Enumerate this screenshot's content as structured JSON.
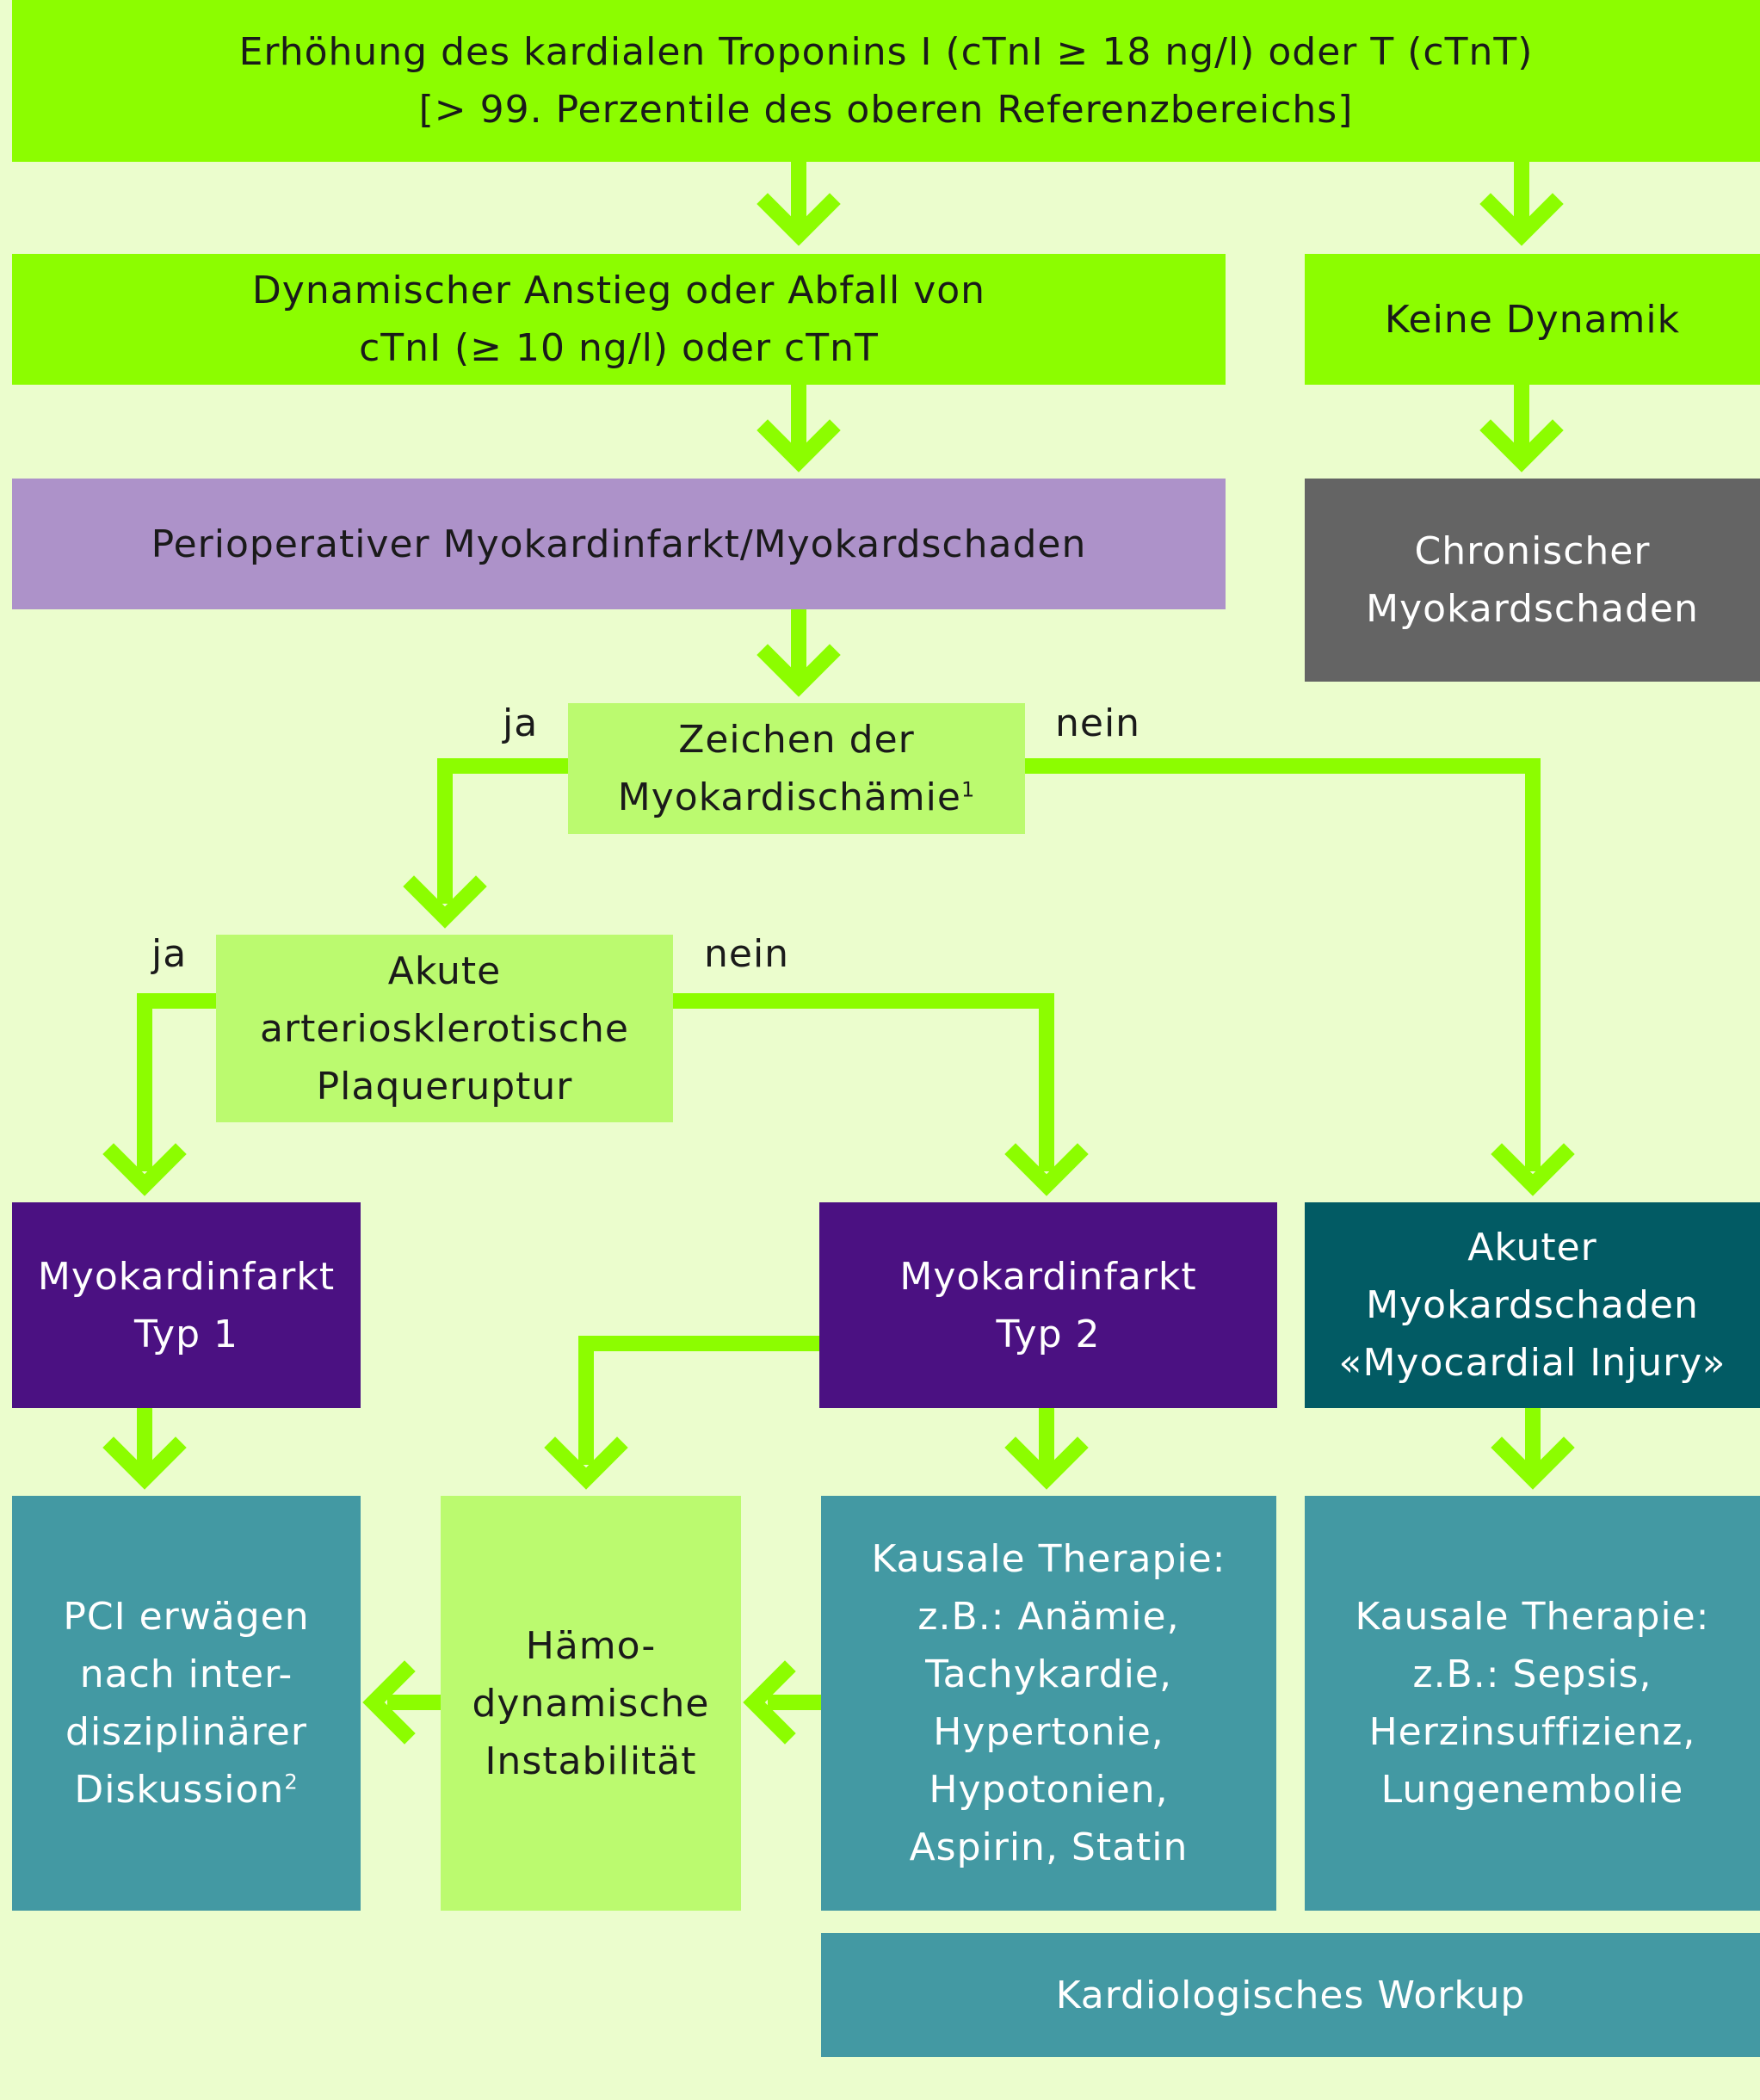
{
  "colors": {
    "background": "#ebfdcd",
    "arrow": "#8cfd00",
    "box_bright_green": "#8cfd00",
    "box_pale_green": "#bbfa6f",
    "box_lavender": "#ad92c9",
    "box_grey": "#646464",
    "box_purple": "#4b1182",
    "box_teal_dark": "#025b64",
    "box_teal": "#4399a3"
  },
  "boxes": {
    "troponin": {
      "line1": "Erhöhung des kardialen Troponins I (cTnI ≥ 18 ng/l) oder T (cTnT)",
      "line2": "[> 99. Perzentile des oberen Referenzbereichs]"
    },
    "dynamic": {
      "line1": "Dynamischer Anstieg oder Abfall von",
      "line2": "cTnI (≥ 10 ng/l) oder cTnT"
    },
    "no_dynamic": {
      "line1": "Keine Dynamik"
    },
    "periop": {
      "line1": "Perioperativer Myokardinfarkt/Myokardschaden"
    },
    "chronic": {
      "line1": "Chronischer",
      "line2": "Myokardschaden"
    },
    "ischemia": {
      "line1": "Zeichen der",
      "line2": "Myokardischämie",
      "footnote": "1"
    },
    "plaque": {
      "line1": "Akute",
      "line2": "arteriosklerotische",
      "line3": "Plaqueruptur"
    },
    "mi_type1": {
      "line1": "Myokardinfarkt",
      "line2": "Typ 1"
    },
    "mi_type2": {
      "line1": "Myokardinfarkt",
      "line2": "Typ 2"
    },
    "acute_injury": {
      "line1": "Akuter",
      "line2": "Myokardschaden",
      "line3": "«Myocardial Injury»"
    },
    "pci": {
      "line1": "PCI erwägen",
      "line2": "nach inter-",
      "line3": "disziplinärer",
      "line4": "Diskussion",
      "footnote": "2"
    },
    "hemo": {
      "line1": "Hämo-",
      "line2": "dynamische",
      "line3": "Instabilität"
    },
    "causal_type2": {
      "line1": "Kausale Therapie:",
      "line2": "z.B.: Anämie,",
      "line3": "Tachykardie,",
      "line4": "Hypertonie,",
      "line5": "Hypotonien,",
      "line6": "Aspirin, Statin"
    },
    "causal_injury": {
      "line1": "Kausale Therapie:",
      "line2": "z.B.: Sepsis,",
      "line3": "Herzinsuffizienz,",
      "line4": "Lungenembolie"
    },
    "workup": {
      "line1": "Kardiologisches Workup"
    }
  },
  "labels": {
    "ischemia_yes": "ja",
    "ischemia_no": "nein",
    "plaque_yes": "ja",
    "plaque_no": "nein"
  }
}
